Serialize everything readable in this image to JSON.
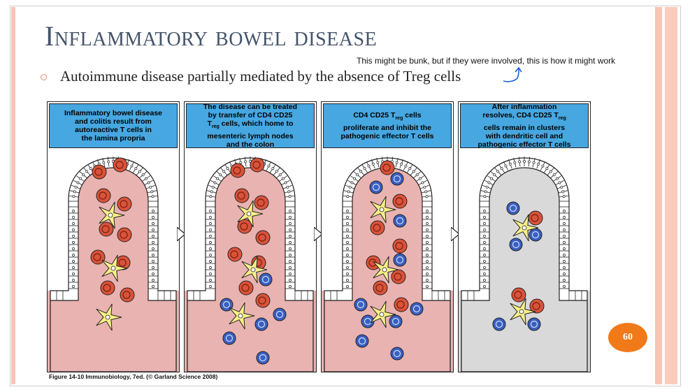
{
  "slide": {
    "title": "Inflammatory bowel disease",
    "note": "This might be bunk, but if they were involved, this is how it might work",
    "bullet": "Autoimmune disease partially mediated by the absence of Treg cells",
    "page_number": "60",
    "colors": {
      "accent": "#f07a1a",
      "band": "#f7c5b6",
      "title": "#44546a",
      "header_blue": "#46a7e1",
      "lamina": "#e9b3b1",
      "resolved": "#d9d9d9",
      "effector": "#d9533a",
      "treg": "#3a5fbf",
      "dendritic": "#f7ef86"
    }
  },
  "figure": {
    "panels": [
      {
        "header_lines": [
          "Inflammatory bowel disease",
          "and colitis result from",
          "autoreactive T cells in",
          "the lamina propria"
        ]
      },
      {
        "header_lines": [
          "The disease can be treated",
          "by transfer of CD4 CD25",
          "T",
          "reg",
          " cells, which home to",
          "mesenteric lymph nodes",
          "and the colon"
        ]
      },
      {
        "header_lines": [
          "CD4 CD25 T",
          "reg",
          " cells",
          "proliferate and inhibit the",
          "pathogenic effector T cells"
        ]
      },
      {
        "header_lines": [
          "After inflammation",
          "resolves, CD4 CD25 T",
          "reg",
          "cells remain in clusters",
          "with dendritic cell and",
          "pathogenic effector T cells"
        ]
      }
    ],
    "caption": "Figure 14-10  Immunobiology, 7ed. (© Garland Science 2008)"
  }
}
